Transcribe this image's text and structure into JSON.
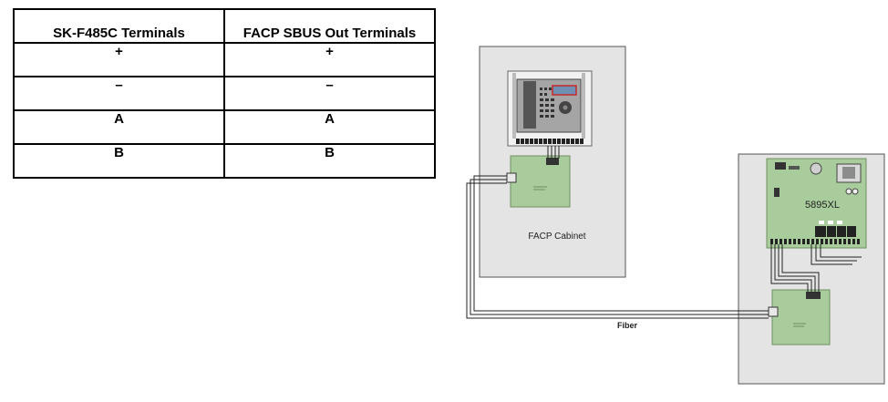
{
  "table": {
    "headers": [
      "SK-F485C Terminals",
      "FACP SBUS Out Terminals"
    ],
    "rows": [
      [
        "+",
        "+"
      ],
      [
        "–",
        "–"
      ],
      [
        "A",
        "A"
      ],
      [
        "B",
        "B"
      ]
    ]
  },
  "diagram": {
    "facp_cabinet_label": "FACP Cabinet",
    "panel_model_label": "5895XL",
    "fiber_label": "Fiber"
  },
  "colors": {
    "cabinet_fill": "#e4e4e4",
    "board_fill": "#a9cc9c",
    "board_stroke": "#6f9160",
    "wire": "#222222",
    "display_border": "#c62828"
  }
}
